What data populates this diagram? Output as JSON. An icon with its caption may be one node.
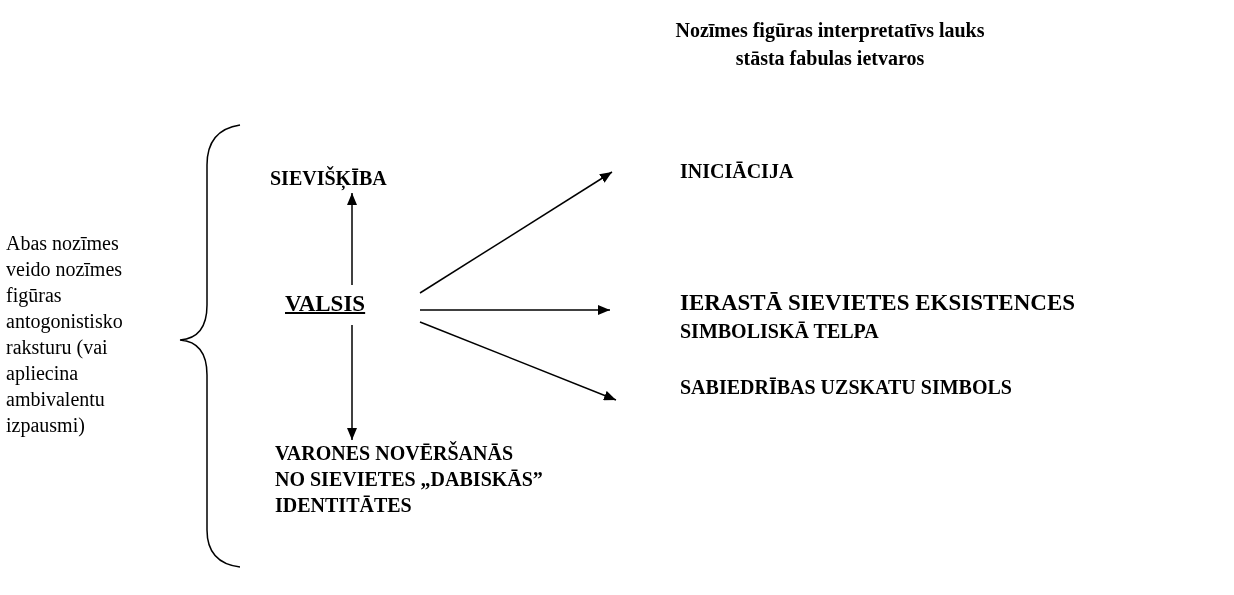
{
  "diagram": {
    "title": "Nozīmes figūras interpretatīvs lauks stāsta fabulas ietvaros",
    "nodes": [
      {
        "text": [
          "VALSIS"
        ]
      },
      {
        "text": [
          "SIEVIŠĶĪBA"
        ]
      },
      {
        "text": [
          "INICIĀCIJA"
        ]
      },
      {
        "text": [
          "IERASTĀ SIEVIETES EKSISTENCES",
          "SIMBOLISKĀ TELPA"
        ]
      },
      {
        "text": [
          "SABIEDRĪBAS UZSKATU SIMBOLS"
        ]
      },
      {
        "text": [
          "VARONES NOVĒRŠANĀS NO SIEVIETES „DABISKĀS” IDENTITĀTES"
        ]
      }
    ],
    "edges": [
      {
        "from": 0,
        "to": 1,
        "arrow": "to"
      },
      {
        "from": 0,
        "to": 2,
        "arrow": "to"
      },
      {
        "from": 0,
        "to": 3,
        "arrow": "to"
      },
      {
        "from": 0,
        "to": 4,
        "arrow": "to"
      },
      {
        "from": 0,
        "to": 5,
        "arrow": "to"
      }
    ],
    "labels": [
      "Abas nozīmes veido nozīmes figūras antogonistisko raksturu (vai apliecina ambivalentu izpausmi)"
    ]
  }
}
